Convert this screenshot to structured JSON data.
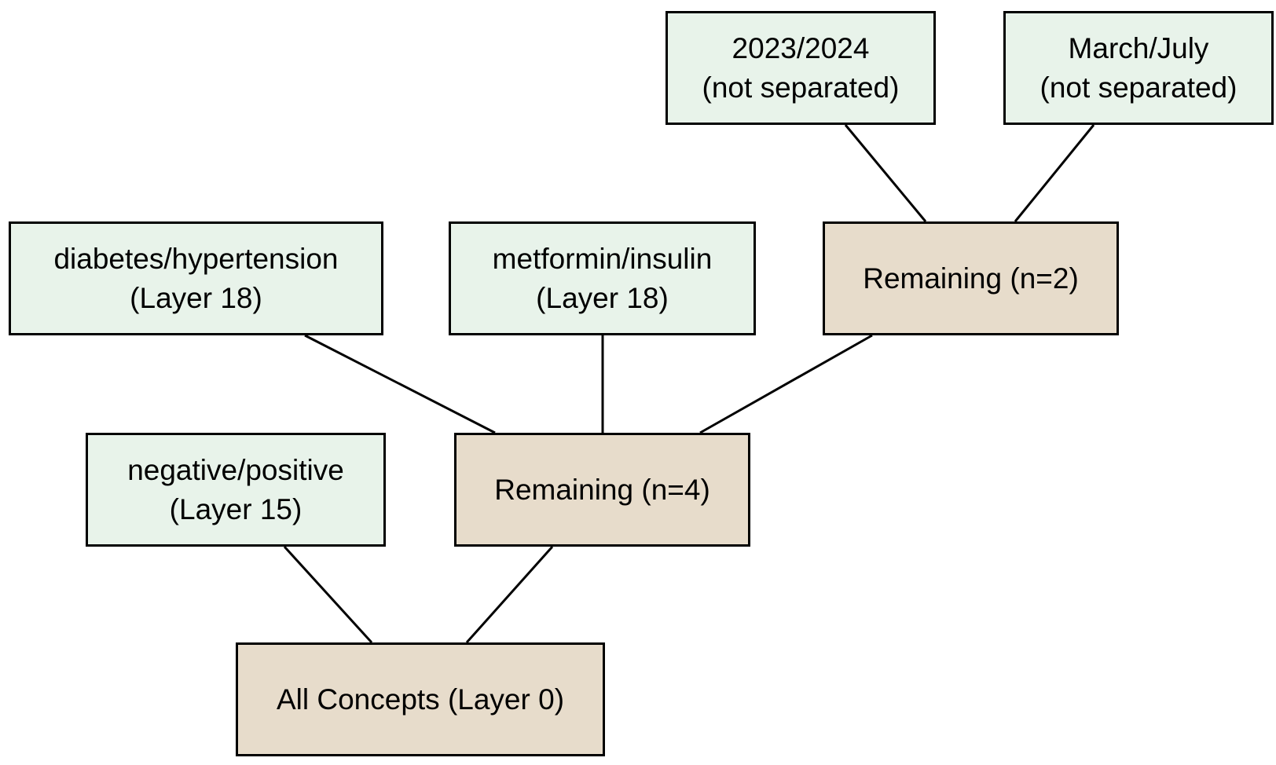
{
  "nodes": {
    "root": {
      "label": "All Concepts (Layer 0)",
      "kind": "remaining"
    },
    "rem4": {
      "label": "Remaining (n=4)",
      "kind": "remaining"
    },
    "neg": {
      "line1": "negative/positive",
      "line2": "(Layer 15)",
      "kind": "separated"
    },
    "diab": {
      "line1": "diabetes/hypertension",
      "line2": "(Layer 18)",
      "kind": "separated"
    },
    "metf": {
      "line1": "metformin/insulin",
      "line2": "(Layer 18)",
      "kind": "separated"
    },
    "rem2": {
      "label": "Remaining (n=2)",
      "kind": "remaining"
    },
    "year": {
      "line1": "2023/2024",
      "line2": "(not separated)",
      "kind": "separated"
    },
    "month": {
      "line1": "March/July",
      "line2": "(not separated)",
      "kind": "separated"
    }
  },
  "edges": [
    {
      "from": "root",
      "to": "neg"
    },
    {
      "from": "root",
      "to": "rem4"
    },
    {
      "from": "rem4",
      "to": "diab"
    },
    {
      "from": "rem4",
      "to": "metf"
    },
    {
      "from": "rem4",
      "to": "rem2"
    },
    {
      "from": "rem2",
      "to": "year"
    },
    {
      "from": "rem2",
      "to": "month"
    }
  ],
  "colors": {
    "leaf_fill": "#e8f3ea",
    "remaining_fill": "#e7dccb",
    "stroke": "#000000"
  }
}
